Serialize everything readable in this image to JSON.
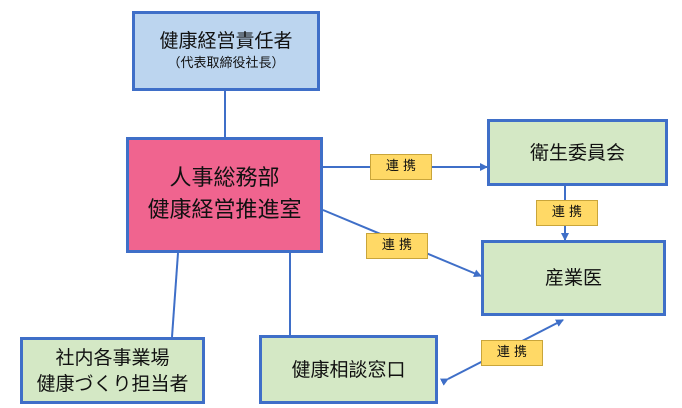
{
  "boxes": {
    "ceo": {
      "title": "健康経営責任者",
      "subtitle": "（代表取締役社長）"
    },
    "hq": {
      "line1": "人事総務部",
      "line2": "健康経営推進室"
    },
    "committee": {
      "title": "衛生委員会"
    },
    "doctor": {
      "title": "産業医"
    },
    "offices": {
      "line1": "社内各事業場",
      "line2": "健康づくり担当者"
    },
    "consult": {
      "title": "健康相談窓口"
    }
  },
  "links": {
    "hq_committee": "連 携",
    "committee_doctor": "連 携",
    "hq_doctor": "連 携",
    "consult_doctor": "連 携"
  },
  "colors": {
    "border": "#3f6fc8",
    "blue_box": "#bcd5ef",
    "green_box": "#d4e8c5",
    "pink_box": "#f0648f",
    "label": "#ffd966"
  }
}
